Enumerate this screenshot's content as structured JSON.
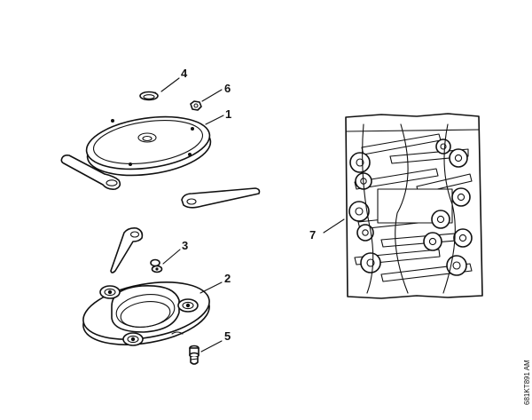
{
  "callouts": {
    "c1": "1",
    "c2": "2",
    "c3": "3",
    "c4": "4",
    "c5": "5",
    "c6": "6",
    "c7": "7"
  },
  "drawing_code": "681KT891 AM"
}
